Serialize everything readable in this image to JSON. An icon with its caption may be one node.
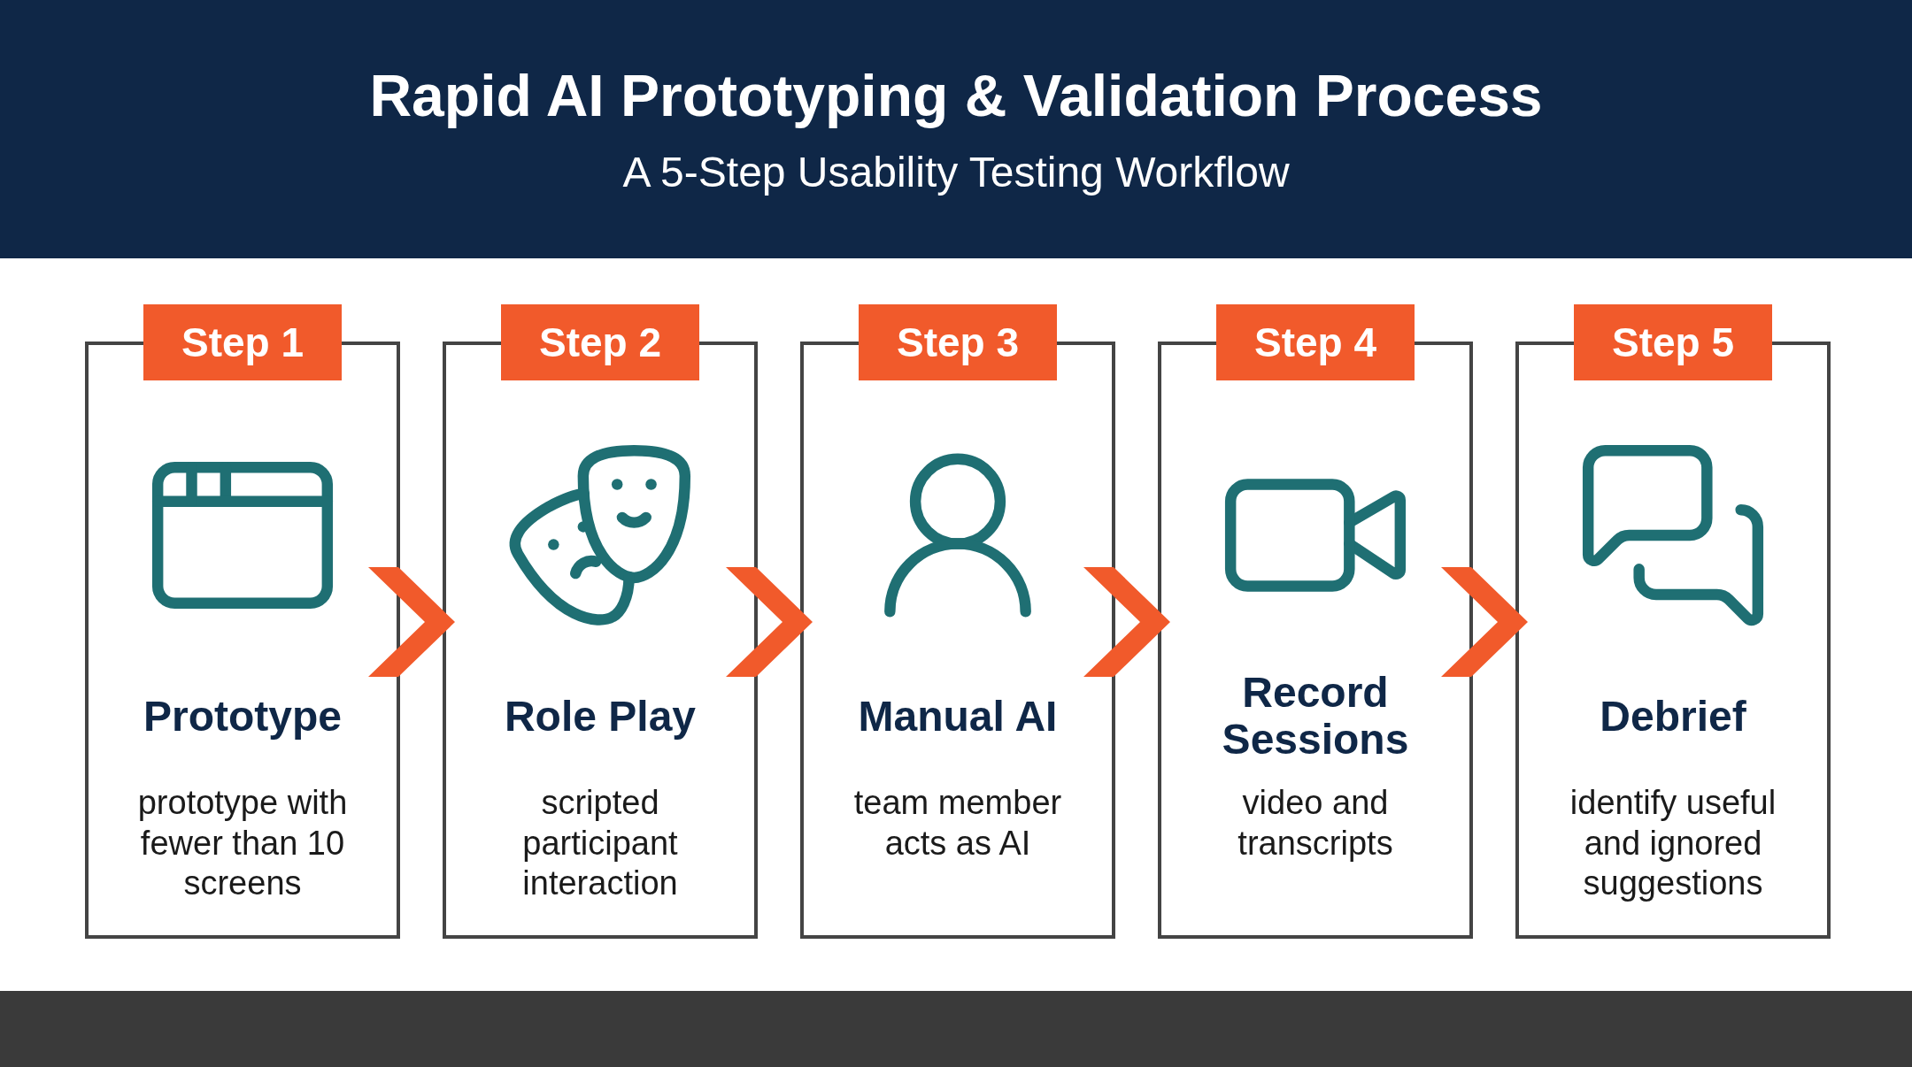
{
  "diagram": {
    "title": "Rapid AI Prototyping & Validation Process",
    "caption": "A 5-Step Usability Testing Workflow",
    "nodes": [
      {
        "text": [
          "Step 1",
          "Prototype",
          "prototype with fewer than 10 screens"
        ]
      },
      {
        "text": [
          "Step 2",
          "Role Play",
          "scripted participant interaction"
        ]
      },
      {
        "text": [
          "Step 3",
          "Manual AI",
          "team member acts as AI"
        ]
      },
      {
        "text": [
          "Step 4",
          "Record Sessions",
          "video and transcripts"
        ]
      },
      {
        "text": [
          "Step 5",
          "Debrief",
          "identify useful and ignored suggestions"
        ]
      }
    ],
    "edges": [
      {
        "from": 0,
        "to": 1,
        "arrow": "to"
      },
      {
        "from": 1,
        "to": 2,
        "arrow": "to"
      },
      {
        "from": 2,
        "to": 3,
        "arrow": "to"
      },
      {
        "from": 3,
        "to": 4,
        "arrow": "to"
      }
    ]
  }
}
